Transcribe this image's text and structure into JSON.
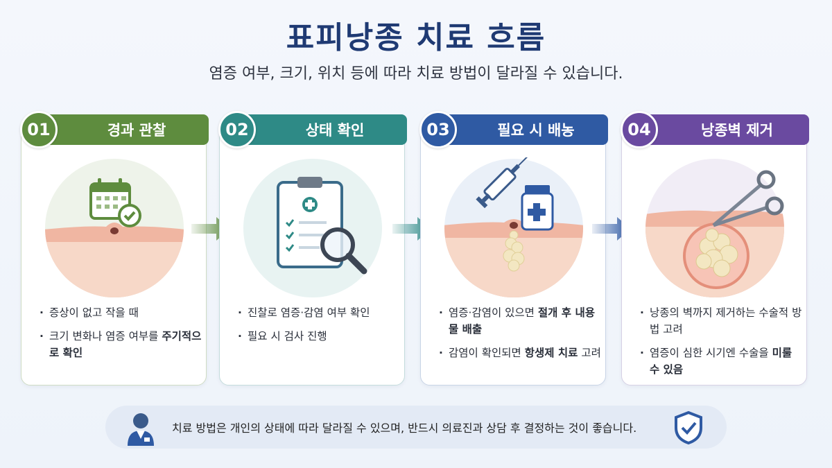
{
  "title": "표피낭종 치료 흐름",
  "subtitle": "염증 여부, 크기, 위치 등에 따라 치료 방법이 달라질 수 있습니다.",
  "steps": [
    {
      "num": "01",
      "label": "경과 관찰",
      "color": "#5e8c3e",
      "icon": "calendar-check-icon",
      "bullets": [
        {
          "pre": "증상이 없고 작을 때",
          "bold": "",
          "post": ""
        },
        {
          "pre": "크기 변화나 염증 여부를 ",
          "bold": "주기적으로 확인",
          "post": ""
        }
      ]
    },
    {
      "num": "02",
      "label": "상태 확인",
      "color": "#2e8a86",
      "icon": "clipboard-magnifier-icon",
      "bullets": [
        {
          "pre": "진찰로 염증·감염 여부 확인",
          "bold": "",
          "post": ""
        },
        {
          "pre": "필요 시 검사 진행",
          "bold": "",
          "post": ""
        }
      ]
    },
    {
      "num": "03",
      "label": "필요 시 배농",
      "color": "#2f5aa3",
      "icon": "syringe-medicine-icon",
      "bullets": [
        {
          "pre": "염증·감염이 있으면 ",
          "bold": "절개 후 내용물 배출",
          "post": ""
        },
        {
          "pre": "감염이 확인되면 ",
          "bold": "항생제 치료",
          "post": " 고려"
        }
      ]
    },
    {
      "num": "04",
      "label": "낭종벽 제거",
      "color": "#6a4aa0",
      "icon": "scissors-icon",
      "bullets": [
        {
          "pre": "낭종의 벽까지 제거하는 수술적 방법 고려",
          "bold": "",
          "post": ""
        },
        {
          "pre": "염증이 심한 시기엔 수술을 ",
          "bold": "미룰 수 있음",
          "post": ""
        }
      ]
    }
  ],
  "footer": {
    "text": "치료 방법은 개인의 상태에 따라 달라질 수 있으며, 반드시 의료진과 상담 후 결정하는 것이 좋습니다.",
    "left_icon": "doctor-icon",
    "right_icon": "shield-check-icon"
  }
}
